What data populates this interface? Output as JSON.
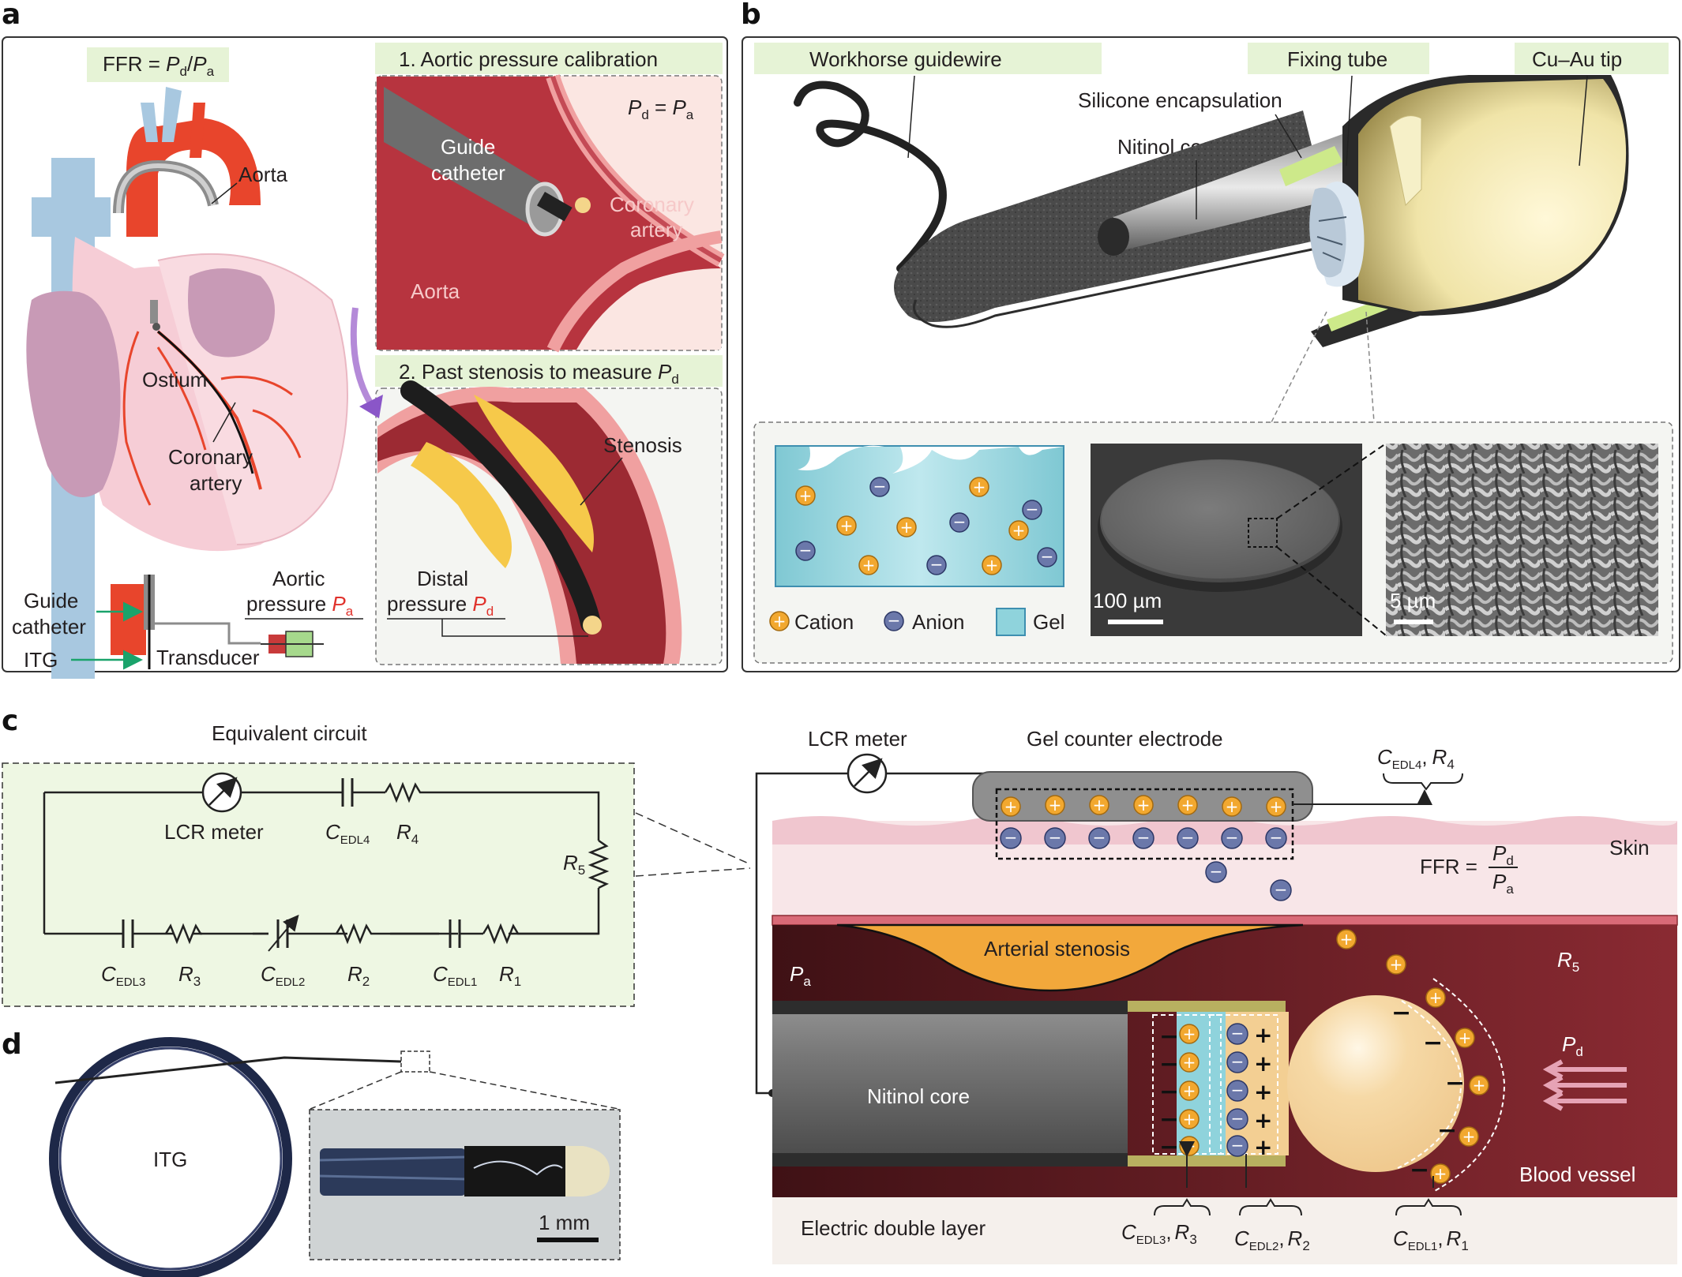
{
  "panels": {
    "a": "a",
    "b": "b",
    "c": "c",
    "d": "d"
  },
  "a": {
    "ffr_prefix": "FFR = ",
    "p": "P",
    "d": "d",
    "a": "a",
    "slash": "/",
    "step1": "1. Aortic pressure calibration",
    "step2_prefix": "2. Past stenosis to measure ",
    "pd_eq_mid": " = ",
    "guide_catheter_1": "Guide",
    "guide_catheter_2": "catheter",
    "coronary_1": "Coronary",
    "coronary_2": "artery",
    "aorta": "Aorta",
    "ostium": "Ostium",
    "stenosis": "Stenosis",
    "distal_1": "Distal",
    "distal_2": "pressure ",
    "aortic_1": "Aortic",
    "aortic_2": "pressure ",
    "guide_left_1": "Guide",
    "guide_left_2": "catheter",
    "itg": "ITG",
    "transducer": "Transducer"
  },
  "b": {
    "workhorse": "Workhorse guidewire",
    "fixing_tube": "Fixing tube",
    "cuau": "Cu–Au tip",
    "silicone": "Silicone encapsulation",
    "nitinol": "Nitinol core",
    "cation": "Cation",
    "anion": "Anion",
    "gel": "Gel",
    "scale1": "100 µm",
    "scale2": "5 µm"
  },
  "c": {
    "title": "Equivalent circuit",
    "lcr": "LCR meter",
    "c": "C",
    "r": "R",
    "edl4": "EDL4",
    "edl3": "EDL3",
    "edl2": "EDL2",
    "edl1": "EDL1",
    "n1": "1",
    "n2": "2",
    "n3": "3",
    "n4": "4",
    "n5": "5",
    "comma": ",",
    "lcr_right": "LCR meter",
    "gel_counter": "Gel counter electrode",
    "skin": "Skin",
    "ffr": "FFR =",
    "p": "P",
    "d": "d",
    "a": "a",
    "stenosis": "Arterial stenosis",
    "nitinol": "Nitinol core",
    "blood": "Blood vessel",
    "edl": "Electric double layer"
  },
  "d": {
    "itg": "ITG",
    "scale": "1 mm"
  },
  "colors": {
    "panel_bg_green": "#eef7e3",
    "label_green": "#e6f3d6",
    "aorta_red": "#e8452c",
    "vessel_dark": "#7c1d26",
    "skin": "#f8e6e8",
    "gel_blue": "#8fd3dc",
    "cation_orange": "#f2a82f",
    "anion_blue": "#3e4f86"
  },
  "icons": [
    "heart-illustration",
    "guidewire-cutaway",
    "ion-cation-icon",
    "ion-anion-icon",
    "lcr-meter-icon",
    "resistor-icon",
    "capacitor-icon"
  ]
}
